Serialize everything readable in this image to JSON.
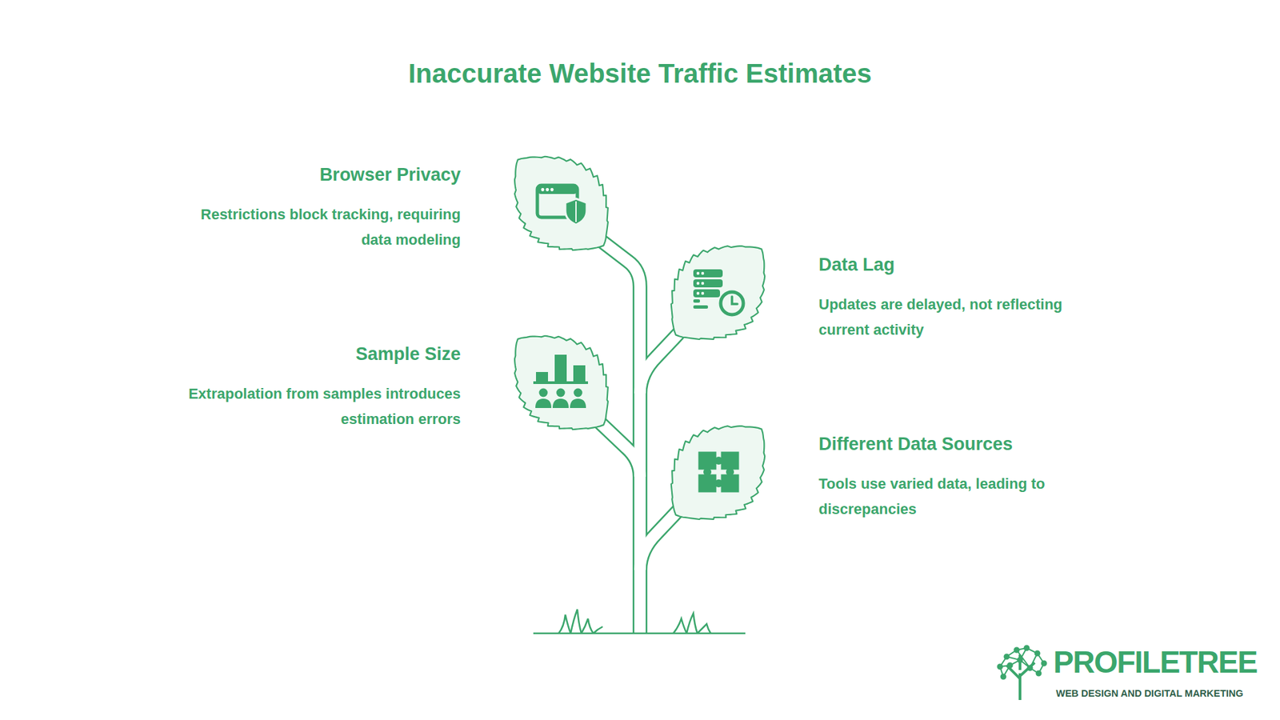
{
  "diagram": {
    "title": "Inaccurate Website Traffic Estimates",
    "nodes": [
      {
        "text": [
          "Browser Privacy",
          "Restrictions block tracking, requiring data modeling"
        ]
      },
      {
        "text": [
          "Data Lag",
          "Updates are delayed, not reflecting current activity"
        ]
      },
      {
        "text": [
          "Sample Size",
          "Extrapolation from samples introduces estimation errors"
        ]
      },
      {
        "text": [
          "Different Data Sources",
          "Tools use varied data, leading to discrepancies"
        ]
      }
    ],
    "labels": [
      "PROFILETREE",
      "WEB DESIGN AND DIGITAL MARKETING"
    ]
  }
}
